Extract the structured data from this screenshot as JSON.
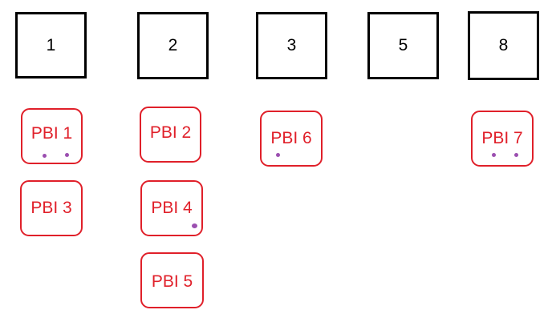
{
  "columns": [
    {
      "label": "1"
    },
    {
      "label": "2"
    },
    {
      "label": "3"
    },
    {
      "label": "5"
    },
    {
      "label": "8"
    }
  ],
  "cards": [
    {
      "label": "PBI 1",
      "column": "1",
      "marks": 2
    },
    {
      "label": "PBI 2",
      "column": "2",
      "marks": 0
    },
    {
      "label": "PBI 3",
      "column": "1",
      "marks": 0
    },
    {
      "label": "PBI 4",
      "column": "2",
      "marks": 1
    },
    {
      "label": "PBI 5",
      "column": "2",
      "marks": 0
    },
    {
      "label": "PBI 6",
      "column": "3",
      "marks": 1
    },
    {
      "label": "PBI 7",
      "column": "8",
      "marks": 2
    }
  ],
  "colors": {
    "card_border": "#e0202a",
    "card_text": "#e0202a",
    "mark": "#9b4fb0",
    "header_border": "#000000"
  }
}
